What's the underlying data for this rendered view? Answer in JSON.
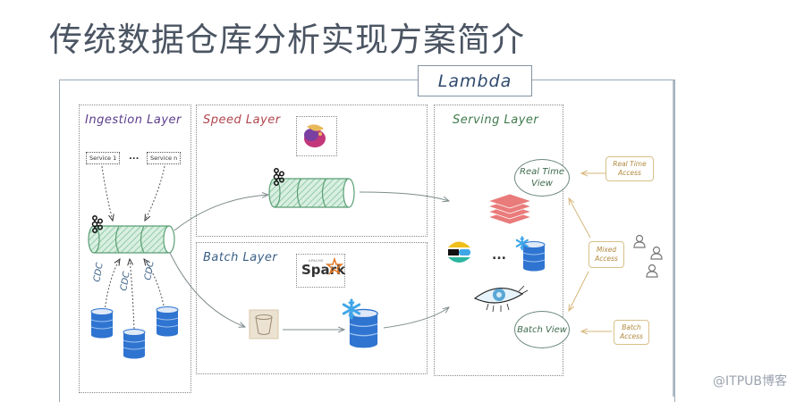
{
  "title": "传统数据仓库分析实现方案简介",
  "architecture": "Lambda",
  "layers": {
    "ingestion": {
      "label": "Ingestion Layer",
      "color": "#5b3c8c",
      "services": [
        "Service 1",
        "...",
        "Service n"
      ],
      "cdc_label": "CDC"
    },
    "speed": {
      "label": "Speed Layer",
      "color": "#b2444c",
      "logo": "flink-icon"
    },
    "batch": {
      "label": "Batch Layer",
      "color": "#3a5f86",
      "logo": "spark-icon",
      "logo_text": "Spark",
      "logo_subtext": "APACHE"
    },
    "serving": {
      "label": "Serving Layer",
      "color": "#3f7a4c",
      "ellipsis": "..."
    }
  },
  "views": {
    "real_time": "Real Time View",
    "batch": "Batch View"
  },
  "access": {
    "real_time": "Real Time Access",
    "mixed": "Mixed Access",
    "batch": "Batch Access"
  },
  "colors": {
    "kafka_fill": "#a8d8b9",
    "kafka_stroke": "#5a9e74",
    "db_blue": "#2f74d0",
    "arrow": "#7f8c8d",
    "access_arrow": "#d6b67a"
  },
  "watermark": "@ITPUB博客"
}
